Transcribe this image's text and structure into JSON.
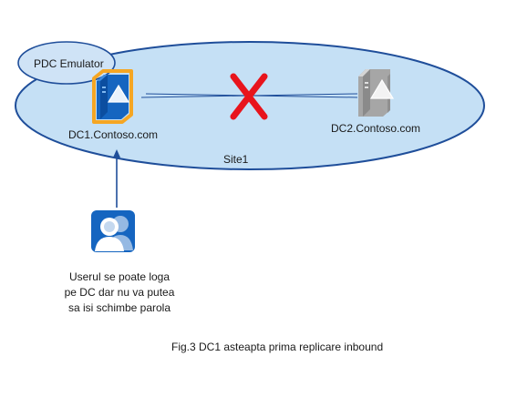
{
  "site": {
    "label": "Site1"
  },
  "roles": {
    "pdc_label": "PDC Emulator"
  },
  "servers": {
    "dc1": {
      "label": "DC1.Contoso.com"
    },
    "dc2": {
      "label": "DC2.Contoso.com"
    }
  },
  "user": {
    "note_lines": [
      "Userul se poate loga",
      "pe DC dar nu va putea",
      "sa isi schimbe parola"
    ]
  },
  "caption": "Fig.3 DC1 asteapta prima replicare inbound",
  "colors": {
    "site_fill": "#c5e0f5",
    "site_stroke": "#1f4e9a",
    "pdc_fill": "#cfe3f6",
    "dc1_highlight": "#f5a623",
    "server_blue": "#1565c0",
    "server_gray": "#a6a6a6",
    "fail_mark": "#e8141c",
    "user_icon": "#1565c0"
  },
  "icons": {
    "dc1": "server-icon",
    "dc2": "server-icon",
    "failure": "x-mark-icon",
    "user": "users-icon"
  }
}
